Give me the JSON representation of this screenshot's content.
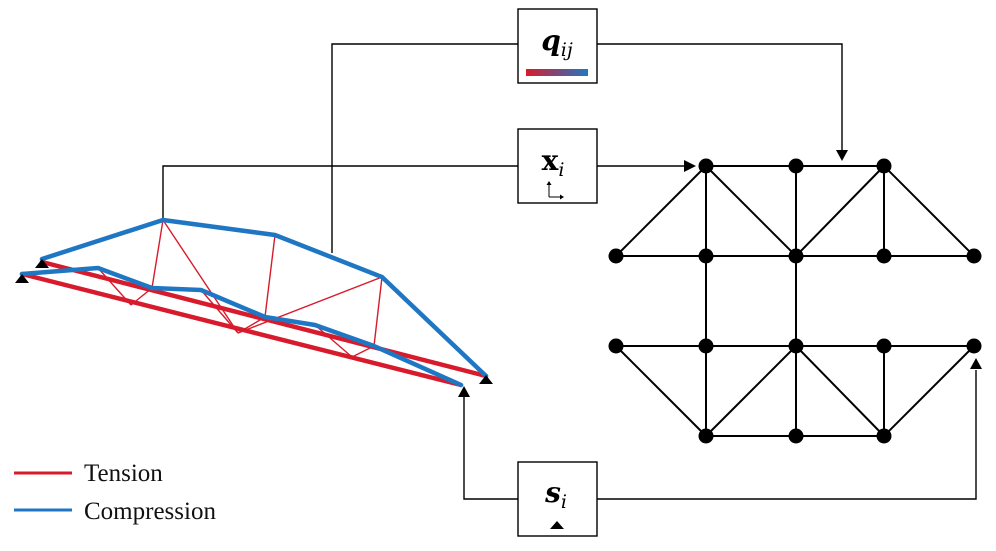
{
  "colors": {
    "tension": "#d81b2c",
    "compression": "#1f77c4",
    "line": "#000000",
    "node": "#000000"
  },
  "legend": {
    "tension_label": "Tension",
    "compression_label": "Compression"
  },
  "boxes": {
    "q": {
      "symbol": "q",
      "subscript": "ij"
    },
    "x": {
      "symbol": "x",
      "subscript": "i"
    },
    "s": {
      "symbol": "s",
      "subscript": "i"
    }
  }
}
